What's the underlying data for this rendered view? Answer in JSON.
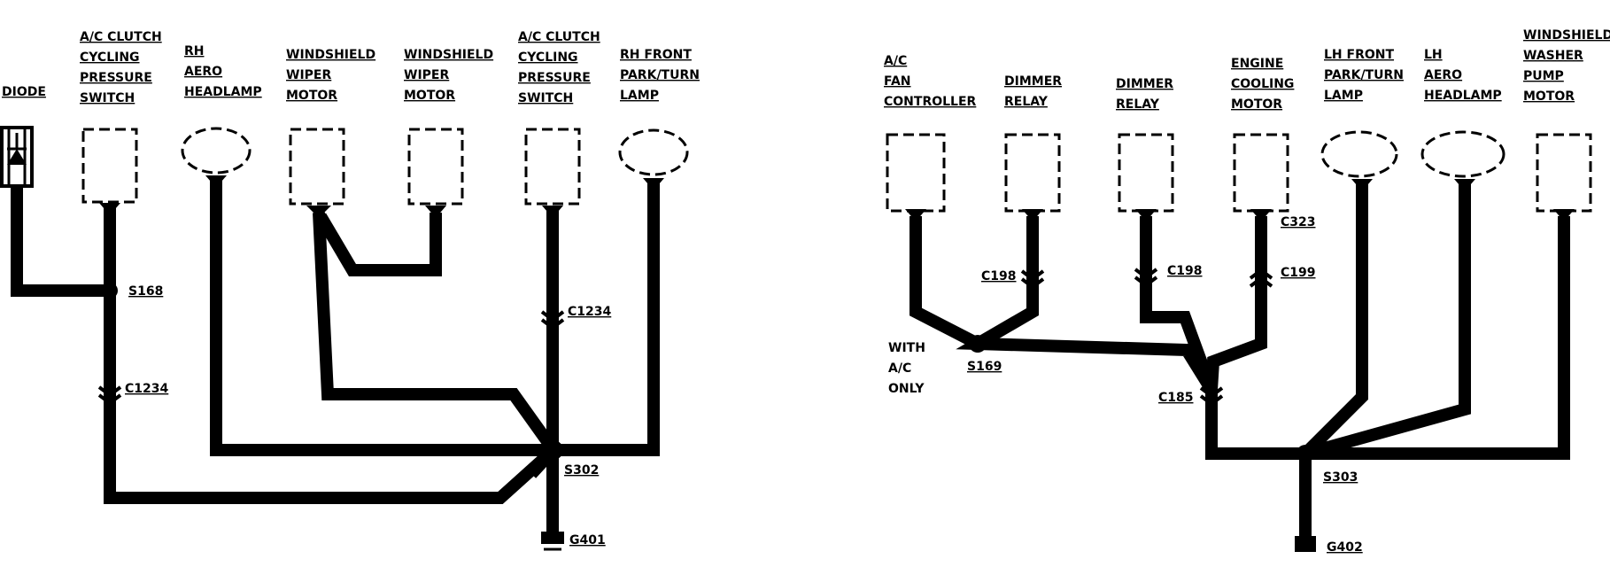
{
  "diagram": {
    "left": {
      "components": {
        "diode": [
          "DIODE"
        ],
        "ac_clutch_switch_1": [
          "A/C CLUTCH",
          "CYCLING",
          "PRESSURE",
          "SWITCH"
        ],
        "rh_aero_headlamp": [
          "RH",
          "AERO",
          "HEADLAMP"
        ],
        "windshield_wiper_motor_1": [
          "WINDSHIELD",
          "WIPER",
          "MOTOR"
        ],
        "windshield_wiper_motor_2": [
          "WINDSHIELD",
          "WIPER",
          "MOTOR"
        ],
        "ac_clutch_switch_2": [
          "A/C CLUTCH",
          "CYCLING",
          "PRESSURE",
          "SWITCH"
        ],
        "rh_front_park_turn_lamp": [
          "RH FRONT",
          "PARK/TURN",
          "LAMP"
        ]
      },
      "labels": {
        "s168": "S168",
        "c1234_left": "C1234",
        "c1234_right": "C1234",
        "s302": "S302",
        "g401": "G401"
      }
    },
    "right": {
      "components": {
        "ac_fan_controller": [
          "A/C",
          "FAN",
          "CONTROLLER"
        ],
        "dimmer_relay_1": [
          "DIMMER",
          "RELAY"
        ],
        "dimmer_relay_2": [
          "DIMMER",
          "RELAY"
        ],
        "engine_cooling_motor": [
          "ENGINE",
          "COOLING",
          "MOTOR"
        ],
        "lh_front_park_turn_lamp": [
          "LH FRONT",
          "PARK/TURN",
          "LAMP"
        ],
        "lh_aero_headlamp": [
          "LH",
          "AERO",
          "HEADLAMP"
        ],
        "windshield_washer_pump_motor": [
          "WINDSHIELD",
          "WASHER",
          "PUMP",
          "MOTOR"
        ]
      },
      "labels": {
        "c323": "C323",
        "c198_left": "C198",
        "c198_right": "C198",
        "c199": "C199",
        "with_ac_only": [
          "WITH",
          "A/C",
          "ONLY"
        ],
        "s169": "S169",
        "c185": "C185",
        "s303": "S303",
        "g402": "G402"
      }
    }
  }
}
